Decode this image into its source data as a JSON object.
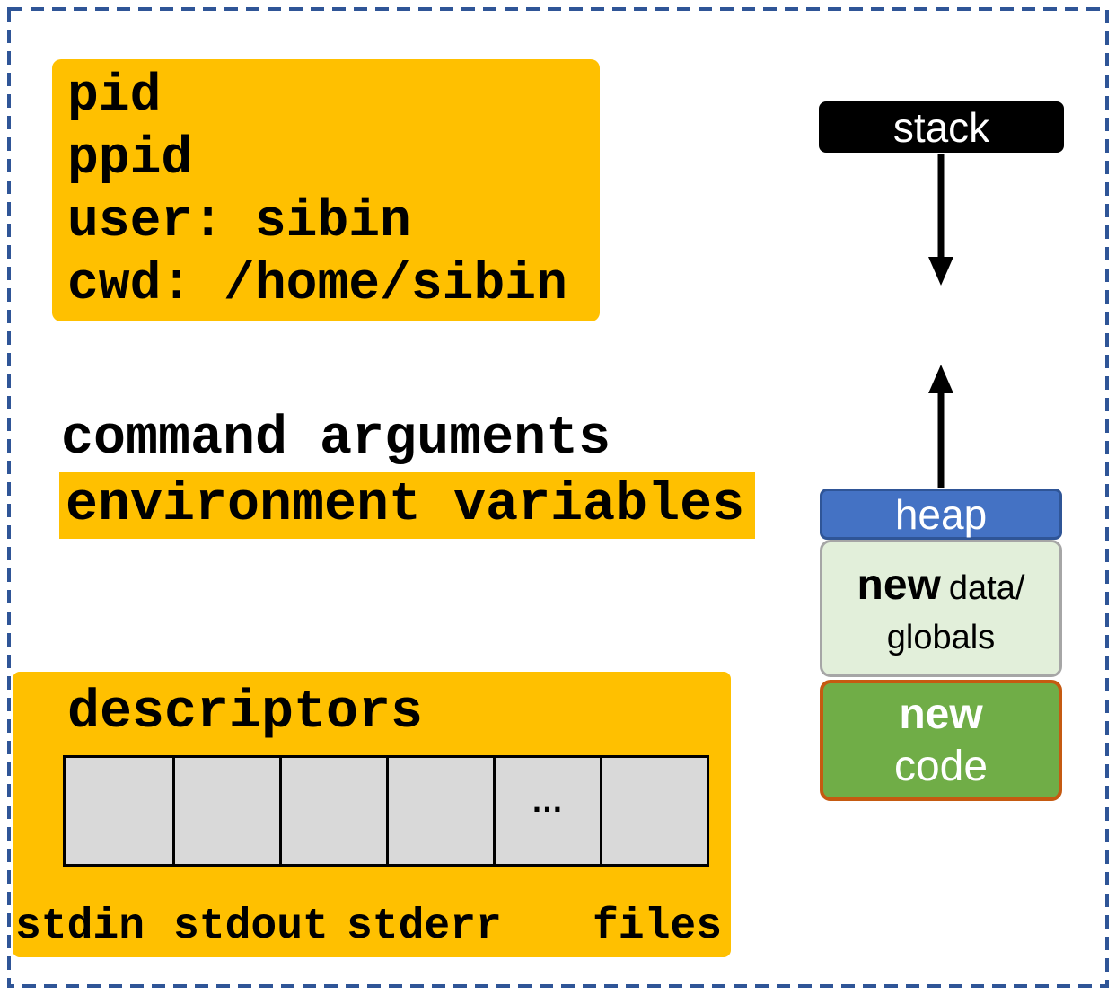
{
  "info_box": {
    "lines": [
      "pid",
      "ppid",
      "user: sibin",
      "cwd: /home/sibin"
    ]
  },
  "middle": {
    "command_arguments": "command arguments",
    "environment_variables": "environment variables"
  },
  "memory_map": {
    "stack_label": "stack",
    "heap_label": "heap",
    "new_data_box": {
      "bold_word": "new",
      "suffix": "data/",
      "second_line": "globals"
    },
    "new_code_box": {
      "bold_word": "new",
      "second_line": "code"
    }
  },
  "descriptors": {
    "title": "descriptors",
    "ellipsis_cell": "…",
    "labels": [
      "stdin",
      "stdout",
      "stderr",
      "files"
    ]
  },
  "colors": {
    "highlight_orange": "#FFC000",
    "cell_gray": "#D9D9D9",
    "heap_blue": "#4472C4",
    "heap_border_blue": "#2F5597",
    "data_light_green": "#E2EFDA",
    "data_border_gray": "#A6A6A6",
    "code_green": "#70AD47",
    "code_border_orange": "#C55A11",
    "stack_black": "#000000",
    "frame_dash_blue": "#2F5597"
  }
}
